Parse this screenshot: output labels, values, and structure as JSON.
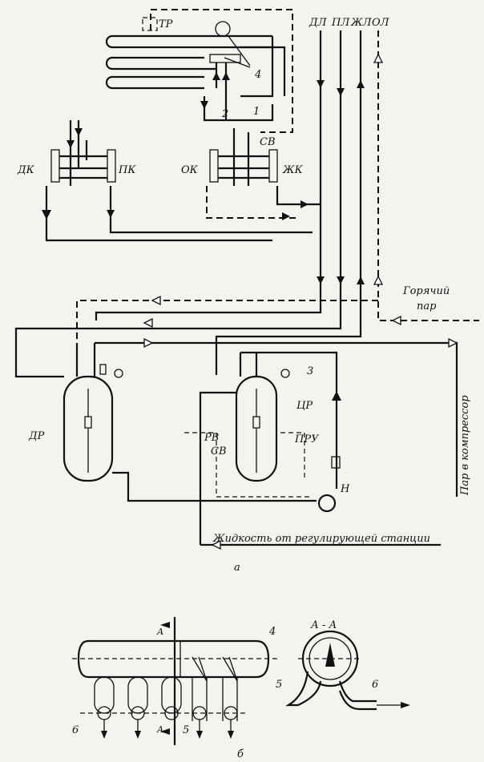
{
  "diagram_a": {
    "top_labels": [
      "ДЛ",
      "ПЛ",
      "ЖЛ",
      "ОЛ"
    ],
    "tr_label": "ТР",
    "num_4": "4",
    "num_2": "2",
    "num_1": "1",
    "sv_label": "СВ",
    "dk_label": "ДК",
    "pk_label": "ПК",
    "ok_label": "ОК",
    "zhk_label": "ЖК",
    "hot_steam_1": "Горячий",
    "hot_steam_2": "пар",
    "num_3": "3",
    "dr_label": "ДР",
    "tsr_label": "ЦР",
    "rv_label": "РВ",
    "sv2_label": "СВ",
    "pru_label": "ПРУ",
    "n_label": "Н",
    "steam_to_compressor": "Пар в компрессор",
    "liquid_from_station": "Жидкость от регулирующей станции",
    "caption_a": "а"
  },
  "diagram_b": {
    "num_4": "4",
    "section_label": "А - А",
    "a_mark_top": "А",
    "a_mark_bottom": "А",
    "num_6_left": "6",
    "num_5_left": "5",
    "num_5_right": "5",
    "num_6_right": "6",
    "caption_b": "б"
  }
}
